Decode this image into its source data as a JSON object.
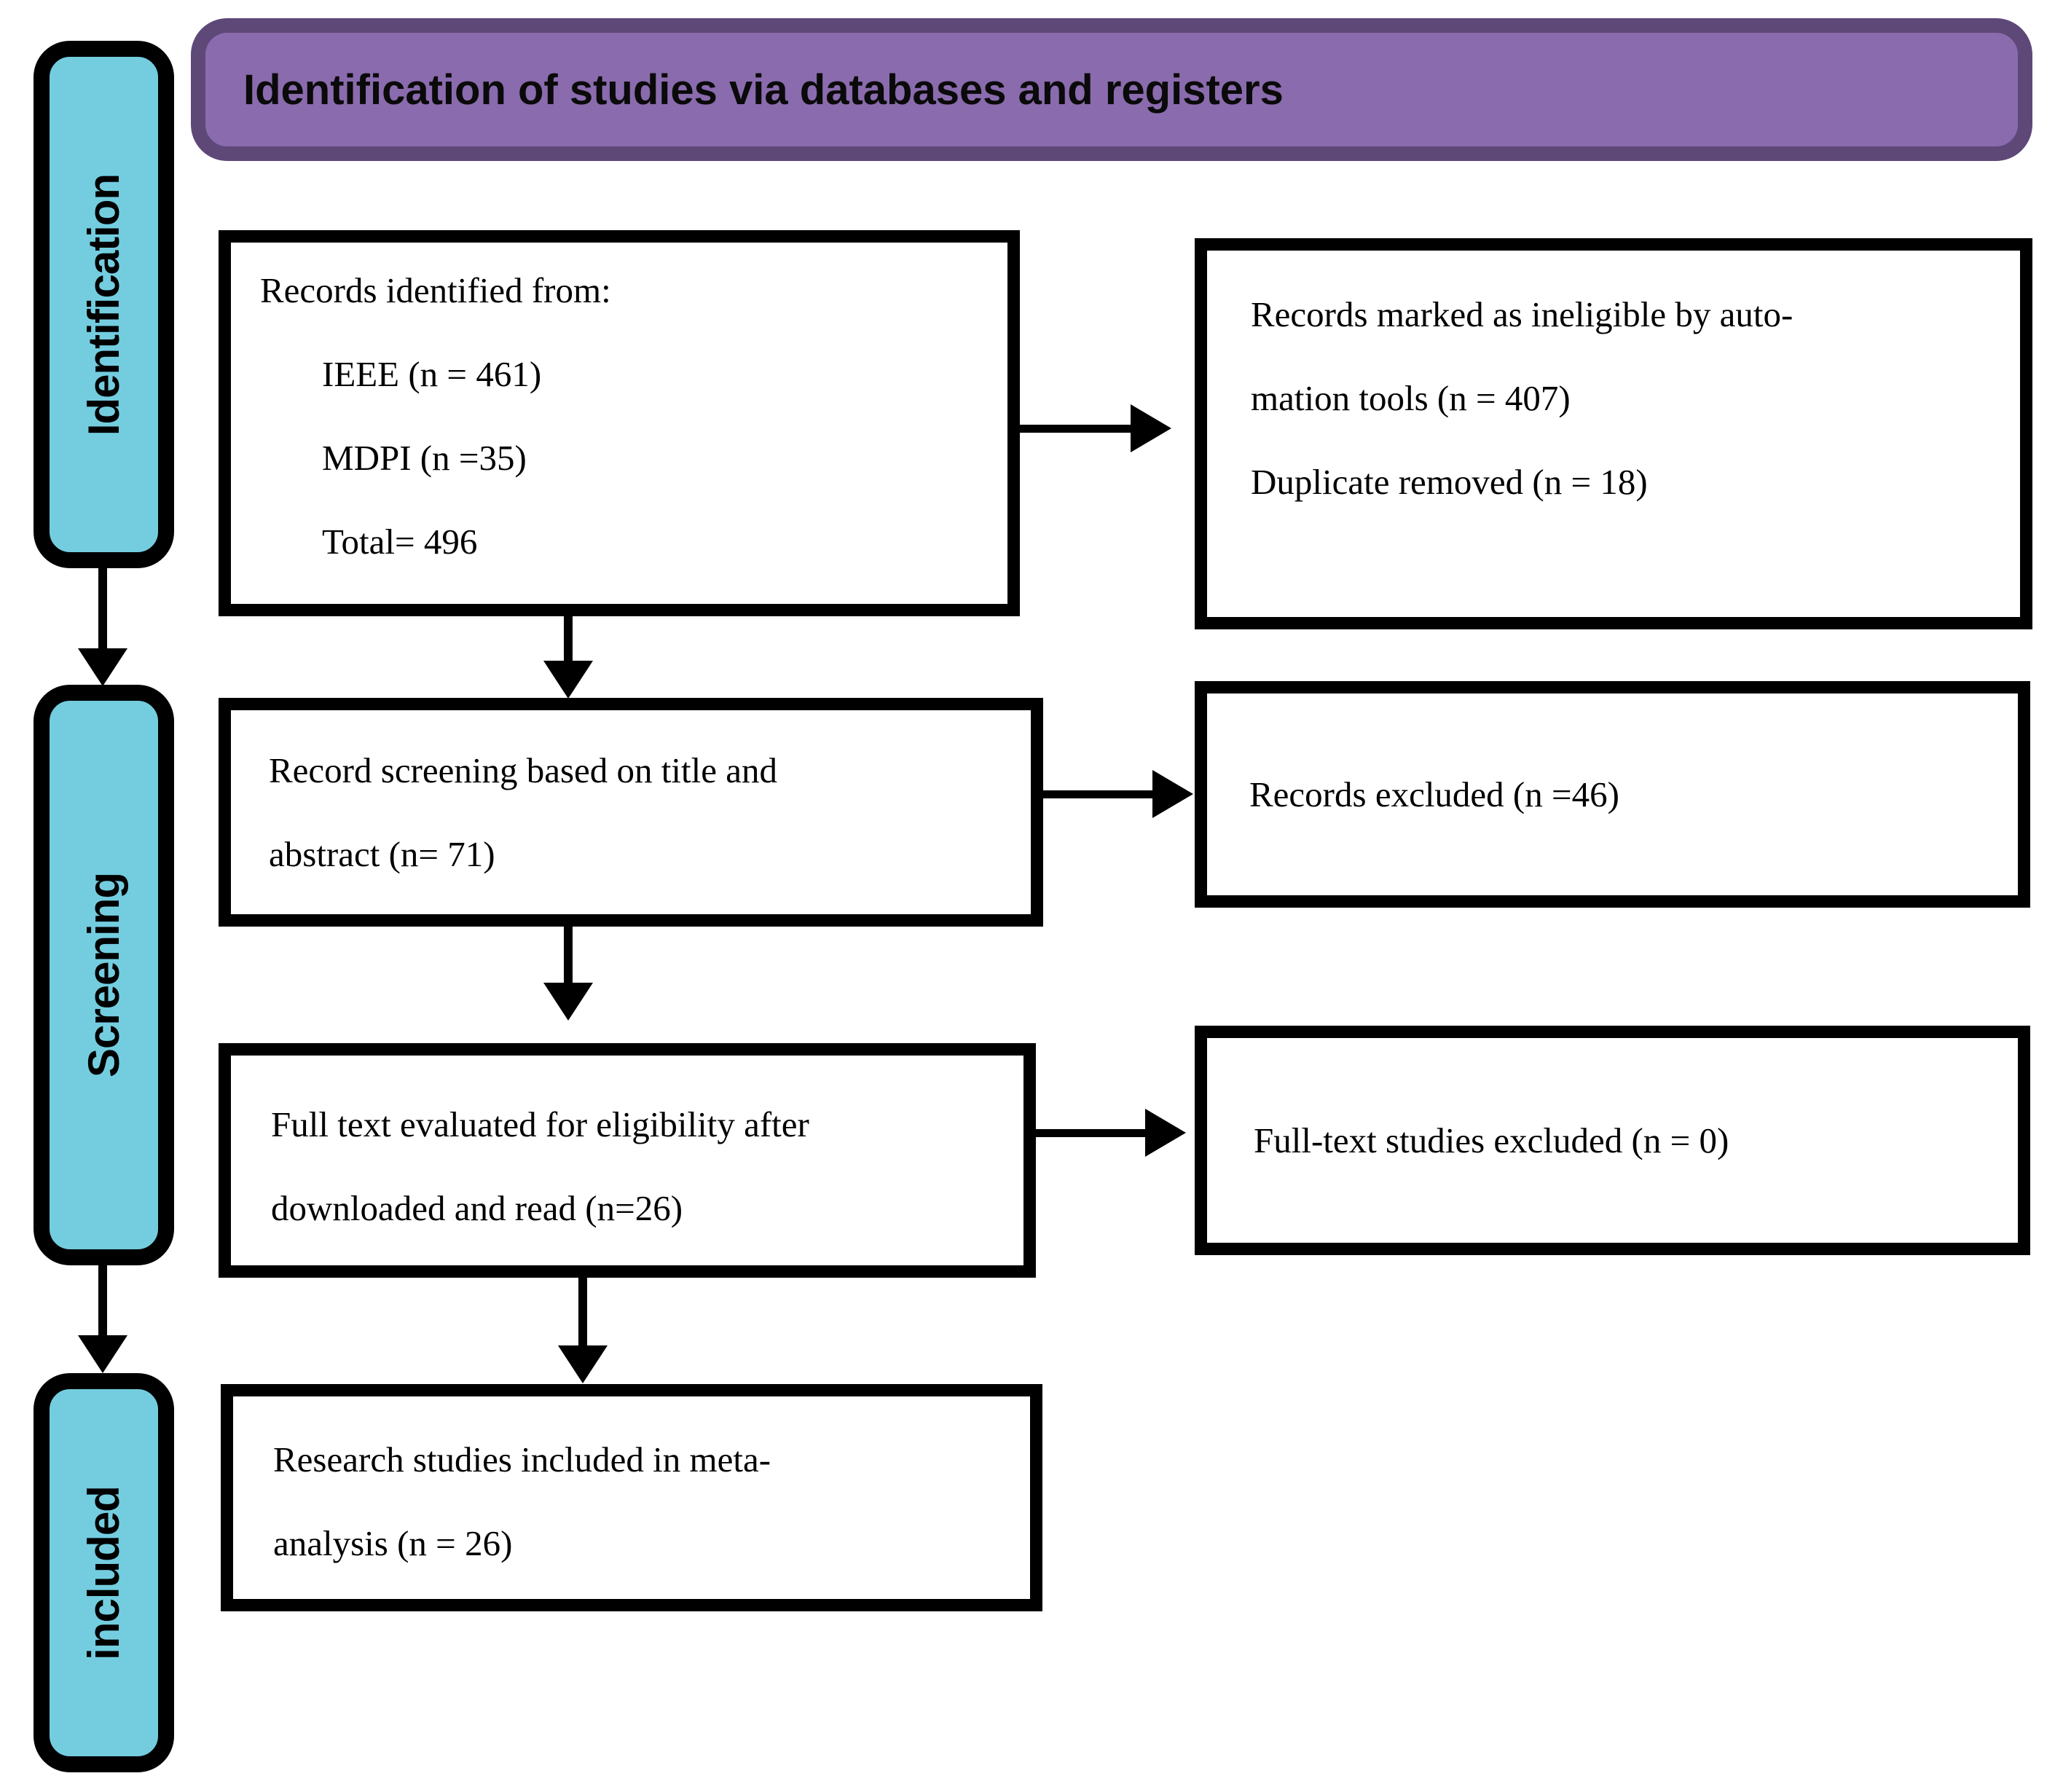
{
  "header": {
    "title": "Identification of studies via databases and registers"
  },
  "stages": [
    {
      "label": "Identification"
    },
    {
      "label": "Screening"
    },
    {
      "label": "included"
    }
  ],
  "boxes": {
    "identified": {
      "line1": "Records identified from:",
      "line2": "IEEE (n = 461)",
      "line3": "MDPI (n =35)",
      "line4": "Total= 496"
    },
    "screening": {
      "line1": "Record screening based on title and",
      "line2": "abstract (n= 71)"
    },
    "fulltext": {
      "line1": "Full text evaluated for eligibility after",
      "line2": "downloaded and read (n=26)"
    },
    "included": {
      "line1": "Research studies included in meta-",
      "line2": "analysis (n = 26)"
    },
    "ineligible": {
      "line1": "Records marked as ineligible by auto-",
      "line2": "mation tools (n = 407)",
      "line3": "Duplicate removed (n = 18)"
    },
    "excluded_screening": {
      "line1": "Records excluded (n =46)"
    },
    "excluded_fulltext": {
      "line1": "Full-text studies excluded (n = 0)"
    }
  },
  "colors": {
    "cyan-fill": "#73CDDF",
    "purple-fill": "#8A6BAD",
    "purple-border": "#5E4878",
    "line-black": "#000000"
  }
}
